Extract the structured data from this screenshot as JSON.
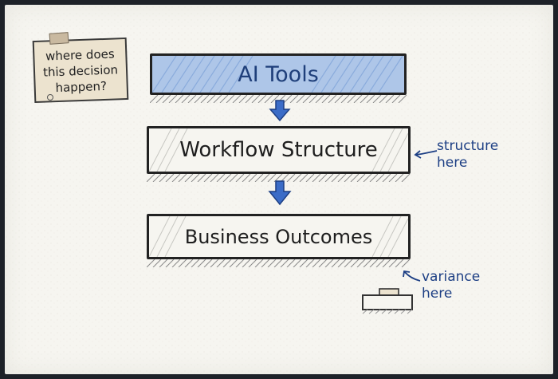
{
  "boxes": {
    "top": "AI Tools",
    "middle": "Workflow Structure",
    "bottom": "Business Outcomes"
  },
  "sticky_note": {
    "lines": [
      "where does",
      "this decision",
      "happen?"
    ]
  },
  "annotations": {
    "structure": [
      "structure",
      "here"
    ],
    "variance": [
      "variance",
      "here"
    ]
  },
  "colors": {
    "accent_blue": "#2a5bb5",
    "ink": "#222222",
    "box_fill_blue": "#aec6e8",
    "note_fill": "#ece3cf"
  }
}
